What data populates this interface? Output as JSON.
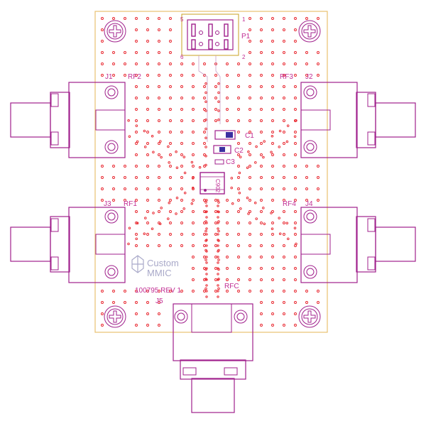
{
  "colors": {
    "outline": "#a0208c",
    "via": "#e8222a",
    "board_edge": "#e8c070",
    "header_edge": "#c8a020",
    "logo": "#a9a9c9",
    "text": "#c02e94"
  },
  "labels": {
    "j1": "J1",
    "j2": "J2",
    "j3": "J3",
    "j4": "J4",
    "j5": "J5",
    "rf1": "RF1",
    "rf2": "RF2",
    "rf3": "RF3",
    "rf4": "RF4",
    "rfc": "RFC",
    "p1": "P1",
    "c1": "C1",
    "c2": "C2",
    "c3": "C3",
    "pin1": "1",
    "pin2": "2",
    "pin5": "5",
    "pin6": "6",
    "chip": "C902"
  },
  "logo": {
    "line1": "Custom",
    "line2": "MMIC"
  },
  "board_id": "100795 REV 1"
}
